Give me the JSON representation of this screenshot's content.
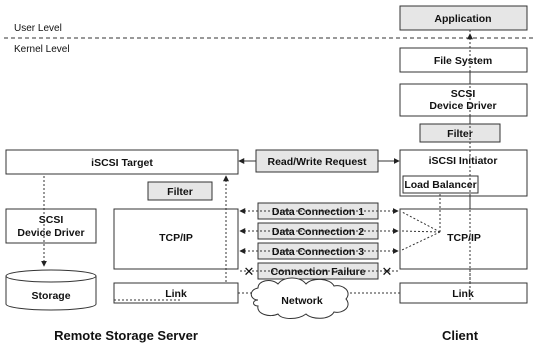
{
  "levels": {
    "user": "User Level",
    "kernel": "Kernel Level"
  },
  "client": {
    "application": "Application",
    "file_system": "File System",
    "scsi_driver_line1": "SCSI",
    "scsi_driver_line2": "Device Driver",
    "filter": "Filter",
    "initiator": "iSCSI Initiator",
    "load_balancer": "Load Balancer",
    "tcpip": "TCP/IP",
    "link": "Link",
    "caption": "Client"
  },
  "server": {
    "target": "iSCSI Target",
    "filter": "Filter",
    "scsi_driver_line1": "SCSI",
    "scsi_driver_line2": "Device Driver",
    "tcpip": "TCP/IP",
    "storage": "Storage",
    "link": "Link",
    "caption": "Remote Storage Server"
  },
  "middle": {
    "rw_request": "Read/Write Request",
    "conn1": "Data Connection 1",
    "conn2": "Data Connection 2",
    "conn3": "Data Connection 3",
    "failure": "Connection Failure",
    "network": "Network"
  }
}
